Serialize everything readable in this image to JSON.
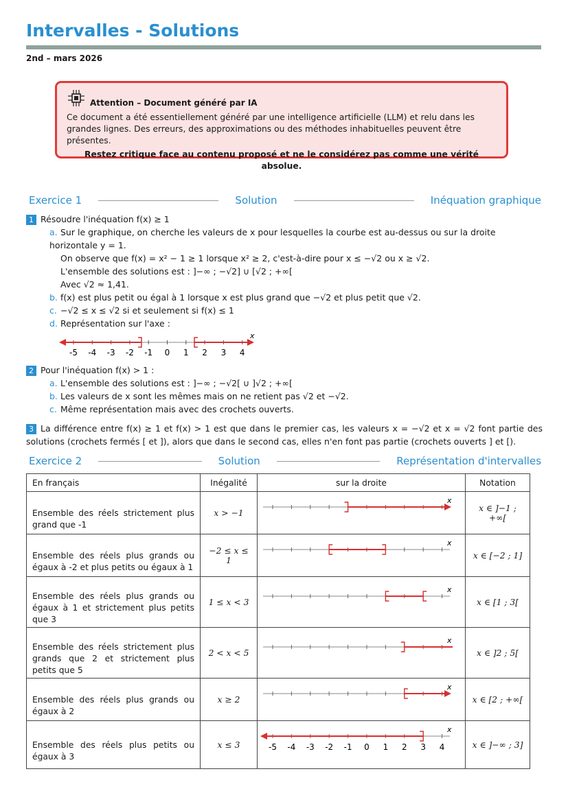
{
  "header": {
    "title": "Intervalles - Solutions",
    "date": "2nd – mars 2026"
  },
  "warning": {
    "title": "Attention – Document généré par IA",
    "body": "Ce document a été essentiellement généré par une intelligence artificielle (LLM) et relu dans les grandes lignes. Des erreurs, des approximations ou des méthodes inhabituelles peuvent être présentes.",
    "emphasis": "Restez critique face au contenu proposé et ne le considérez pas comme une vérité absolue."
  },
  "exercise1": {
    "label": "Exercice 1",
    "middle": "Solution",
    "topic": "Inéquation graphique",
    "q1": {
      "num": "1",
      "prompt": "Résoudre l'inéquation f(x) ≥ 1",
      "a": "Sur le graphique, on cherche les valeurs de x pour lesquelles la courbe est au-dessus ou sur la droite horizontale y = 1.",
      "a2": "On observe que f(x) = x² − 1 ≥ 1 lorsque x² ≥ 2, c'est-à-dire pour x ≤ −√2 ou x ≥ √2.",
      "a3": "L'ensemble des solutions est : ]−∞ ; −√2] ∪ [√2 ; +∞[",
      "a4": "Avec √2 ≈ 1,41.",
      "b": "f(x) est plus petit ou égal à 1 lorsque x est plus grand que −√2 et plus petit que √2.",
      "c": "−√2 ≤ x ≤ √2 si et seulement si f(x) ≤ 1",
      "d": "Représentation sur l'axe :"
    },
    "q2": {
      "num": "2",
      "prompt": "Pour l'inéquation f(x) > 1 :",
      "a": "L'ensemble des solutions est : ]−∞ ; −√2[ ∪ ]√2 ; +∞[",
      "b": "Les valeurs de x sont les mêmes mais on ne retient pas √2 et −√2.",
      "c": "Même représentation mais avec des crochets ouverts."
    },
    "q3": {
      "num": "3",
      "text": "La différence entre f(x) ≥ 1 et f(x) > 1 est que dans le premier cas, les valeurs x = −√2 et x = √2 font partie des solutions (crochets fermés [ et ]), alors que dans le second cas, elles n'en font pas partie (crochets ouverts ] et [)."
    },
    "axis_labels": [
      "-5",
      "-4",
      "-3",
      "-2",
      "-1",
      "0",
      "1",
      "2",
      "3",
      "4"
    ],
    "axis_var": "x"
  },
  "exercise2": {
    "label": "Exercice 2",
    "middle": "Solution",
    "topic": "Représentation d'intervalles",
    "headers": [
      "En français",
      "Inégalité",
      "sur la droite",
      "Notation"
    ],
    "rows": [
      {
        "fr": "Ensemble des réels strictement plus grand que -1",
        "ineq": "x > −1",
        "nota": "x ∈ ]−1 ; +∞[",
        "lo": -1,
        "hi": null,
        "loClosed": false,
        "hiClosed": false
      },
      {
        "fr": "Ensemble des réels plus grands ou égaux à -2 et plus petits ou égaux à 1",
        "ineq": "−2 ≤ x ≤ 1",
        "nota": "x ∈ [−2 ; 1]",
        "lo": -2,
        "hi": 1,
        "loClosed": true,
        "hiClosed": true
      },
      {
        "fr": "Ensemble des réels plus grands ou égaux à 1 et strictement plus petits que 3",
        "ineq": "1 ≤ x < 3",
        "nota": "x ∈ [1 ; 3[",
        "lo": 1,
        "hi": 3,
        "loClosed": true,
        "hiClosed": false
      },
      {
        "fr": "Ensemble des réels strictement plus grands que 2 et strictement plus petits que 5",
        "ineq": "2 < x < 5",
        "nota": "x ∈ ]2 ; 5[",
        "lo": 2,
        "hi": 5,
        "loClosed": false,
        "hiClosed": false
      },
      {
        "fr": "Ensemble des réels plus grands ou égaux à 2",
        "ineq": "x ≥ 2",
        "nota": "x ∈ [2 ; +∞[",
        "lo": 2,
        "hi": null,
        "loClosed": true,
        "hiClosed": false
      },
      {
        "fr": "Ensemble des réels plus petits ou égaux à 3",
        "ineq": "x ≤ 3",
        "nota": "x ∈ ]−∞ ; 3]",
        "lo": null,
        "hi": 3,
        "loClosed": false,
        "hiClosed": true
      }
    ]
  },
  "colors": {
    "accent": "#2a8fd0",
    "interval": "#d63030",
    "warning_border": "#e03a3a",
    "warning_bg": "#fbe3e3"
  }
}
